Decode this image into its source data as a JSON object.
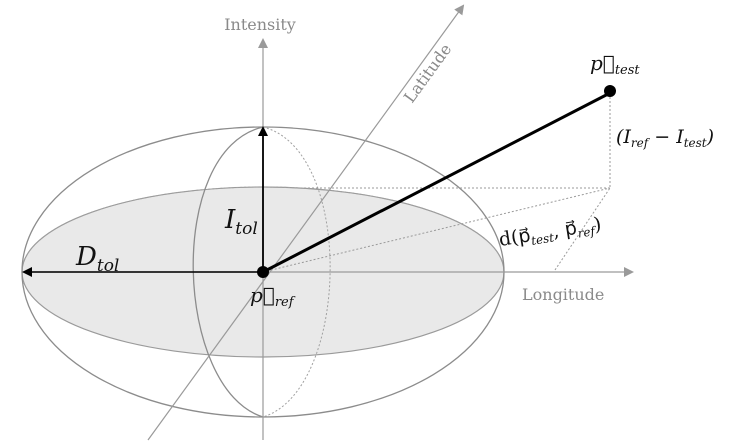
{
  "axes": {
    "intensity_label": "Intensity",
    "latitude_label": "Latitude",
    "longitude_label": "Longitude"
  },
  "labels": {
    "p_test": "p⃗",
    "p_test_sub": "test",
    "p_ref": "p⃗",
    "p_ref_sub": "ref",
    "d_tol": "D",
    "d_tol_sub": "tol",
    "i_tol": "I",
    "i_tol_sub": "tol",
    "intensity_diff": "(I",
    "intensity_diff_ref_sub": "ref",
    "intensity_diff_minus": " − I",
    "intensity_diff_test_sub": "test",
    "intensity_diff_close": ")",
    "distance": "d(p⃗",
    "distance_test_sub": "test",
    "distance_comma": ", p⃗",
    "distance_ref_sub": "ref",
    "distance_close": ")"
  },
  "colors": {
    "axis": "#9a9a9a",
    "ellipse": "#8c8c8c",
    "shade": "#e9e9e9",
    "ink": "#000000"
  }
}
